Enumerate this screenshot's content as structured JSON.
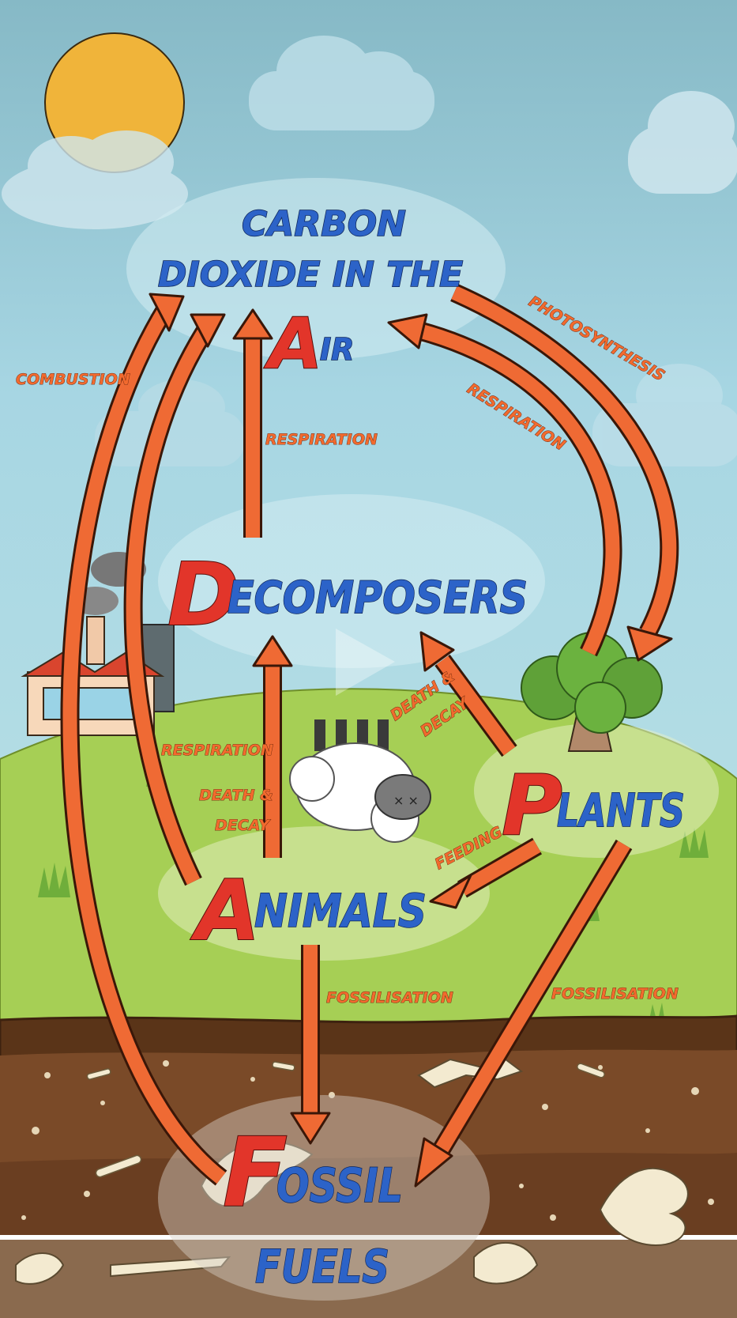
{
  "nodes": {
    "air": {
      "line1": "CARBON",
      "line2": "DIOXIDE IN THE",
      "cap": "A",
      "rest": "IR"
    },
    "decomposers": {
      "cap": "D",
      "rest": "ECOMPOSERS"
    },
    "plants": {
      "cap": "P",
      "rest": "LANTS"
    },
    "animals": {
      "cap": "A",
      "rest": "NIMALS"
    },
    "fossil": {
      "cap": "F",
      "rest": "OSSIL",
      "line2": "FUELS"
    }
  },
  "labels": {
    "combustion": "COMBUSTION",
    "photosynthesis": "PHOTOSYNTHESIS",
    "respiration_plants": "RESPIRATION",
    "respiration_decomposers": "RESPIRATION",
    "respiration_animals": "RESPIRATION",
    "death_decay_animals_1": "DEATH &",
    "death_decay_animals_2": "DECAY",
    "death_decay_plants_1": "DEATH &",
    "death_decay_plants_2": "DECAY",
    "feeding": "FEEDING",
    "fossilisation_animals": "FOSSILISATION",
    "fossilisation_plants": "FOSSILISATION"
  },
  "colors": {
    "sky": "#a7d6e3",
    "grass": "#a6cf55",
    "soil": "#6e4023",
    "arrow": "#ef6a34",
    "node_text": "#2c63c8",
    "node_initial": "#e2352a"
  },
  "icons": [
    "sun-icon",
    "cloud-icon",
    "factory-icon",
    "tree-icon",
    "dead-sheep-icon",
    "bone-icon",
    "fossil-skeleton-icon",
    "play-icon"
  ]
}
